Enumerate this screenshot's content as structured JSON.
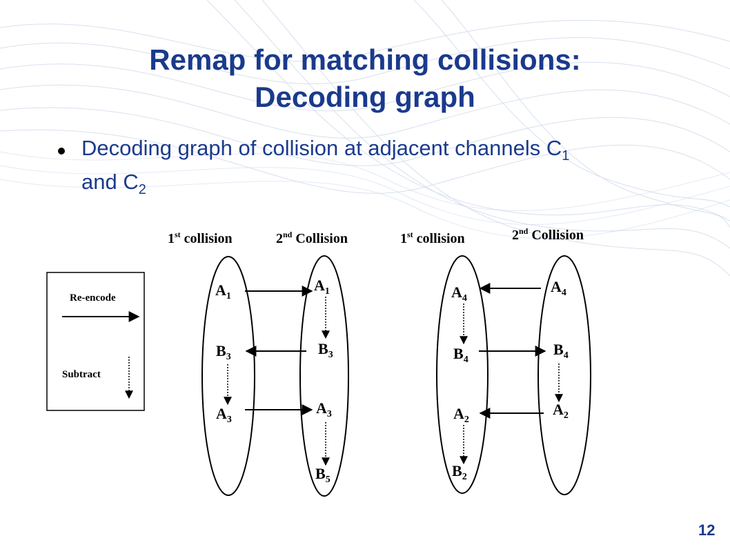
{
  "slide": {
    "title_line1": "Remap for matching collisions:",
    "title_line2": "Decoding graph",
    "bullet_text": "Decoding graph of collision at adjacent channels C",
    "bullet_sub1": "1",
    "bullet_and": "and C",
    "bullet_sub2": "2",
    "slide_number": "12"
  },
  "legend": {
    "reencode_label": "Re-encode",
    "subtract_label": "Subtract"
  },
  "headers": {
    "h1_main": "1",
    "h1_sup": "st",
    "h1_text": "collision",
    "h2_main": "2",
    "h2_sup": "nd",
    "h2_text": "Collision",
    "h3_main": "1",
    "h3_sup": "st",
    "h3_text": "collision",
    "h4_main": "2",
    "h4_sup": "nd",
    "h4_text": "Collision"
  },
  "nodes": {
    "g1_left_a1": "A",
    "g1_left_a1_sub": "1",
    "g1_left_b3": "B",
    "g1_left_b3_sub": "3",
    "g1_left_a3": "A",
    "g1_left_a3_sub": "3",
    "g1_right_a1": "A",
    "g1_right_a1_sub": "1",
    "g1_right_b3": "B",
    "g1_right_b3_sub": "3",
    "g1_right_a3": "A",
    "g1_right_a3_sub": "3",
    "g1_right_b5": "B",
    "g1_right_b5_sub": "5",
    "g2_left_a4": "A",
    "g2_left_a4_sub": "4",
    "g2_left_b4": "B",
    "g2_left_b4_sub": "4",
    "g2_left_a2": "A",
    "g2_left_a2_sub": "2",
    "g2_left_b2": "B",
    "g2_left_b2_sub": "2",
    "g2_right_a4": "A",
    "g2_right_a4_sub": "4",
    "g2_right_b4": "B",
    "g2_right_b4_sub": "4",
    "g2_right_a2": "A",
    "g2_right_a2_sub": "2"
  },
  "colors": {
    "title": "#1a3a8c",
    "ink": "#000000",
    "wave": "#b8c6e0"
  }
}
